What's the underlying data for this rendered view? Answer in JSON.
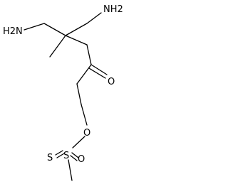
{
  "molecule": {
    "atoms": {
      "nh2_left": "H2N",
      "nh2_right": "NH2",
      "carbonyl_o": "O",
      "ester_o": "O",
      "sulfonyl_s": "S",
      "thio_s": "S",
      "sulfonyl_o": "O"
    },
    "colors": {
      "bond": "#000000",
      "label": "#000000",
      "background": "#ffffff"
    }
  }
}
